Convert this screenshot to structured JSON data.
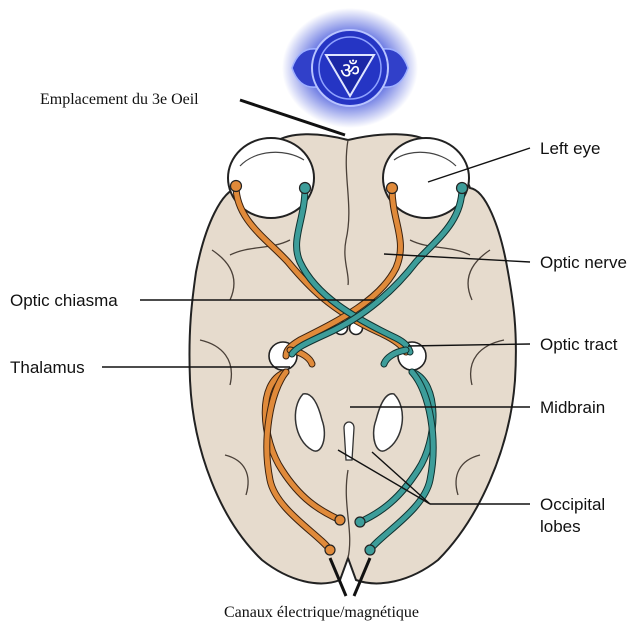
{
  "labels": {
    "third_eye": "Emplacement du 3e Oeil",
    "left_eye": "Left eye",
    "optic_nerve": "Optic nerve",
    "optic_chiasma": "Optic chiasma",
    "optic_tract": "Optic tract",
    "thalamus": "Thalamus",
    "midbrain": "Midbrain",
    "occipital_1": "Occipital",
    "occipital_2": "lobes",
    "channels": "Canaux électrique/magnétique"
  },
  "symbol": {
    "glyph": "ॐ",
    "icon": "ajna-third-eye-chakra-icon"
  },
  "colors": {
    "brain": "#e6dbcd",
    "nerve_orange": "#e08a3a",
    "nerve_teal": "#3d9d9a",
    "chakra_blue": "#2f45d8"
  }
}
